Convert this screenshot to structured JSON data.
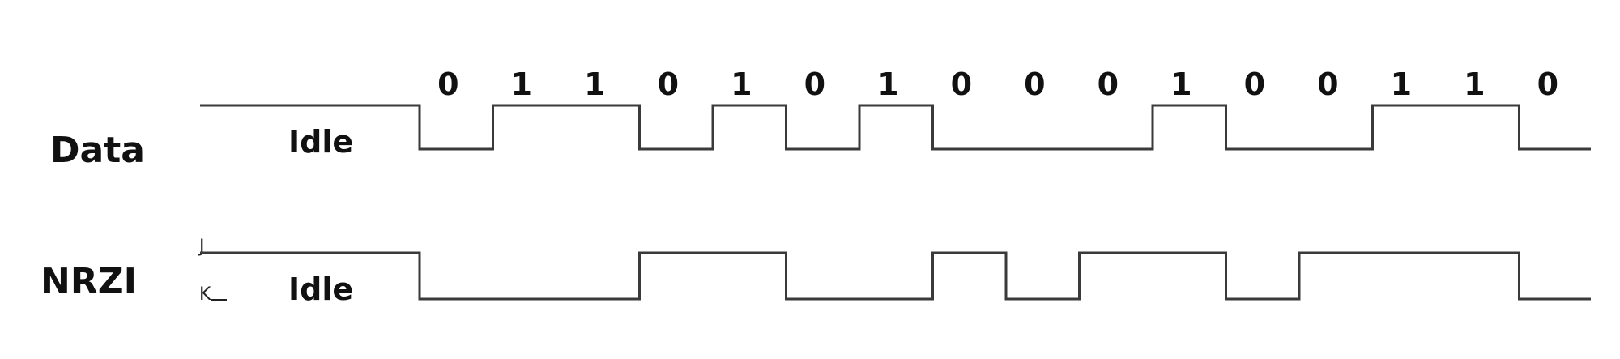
{
  "diagram": {
    "data_row": {
      "label": "Data",
      "idle_label": "Idle",
      "bits": [
        "0",
        "1",
        "1",
        "0",
        "1",
        "0",
        "1",
        "0",
        "0",
        "0",
        "1",
        "0",
        "0",
        "1",
        "1",
        "0"
      ]
    },
    "nrzi_row": {
      "label": "NRZI",
      "idle_label": "Idle",
      "level_high": "J",
      "level_low": "K"
    },
    "colors": {
      "line": "#3a3a3a",
      "text": "#111111",
      "background": "#ffffff"
    }
  }
}
